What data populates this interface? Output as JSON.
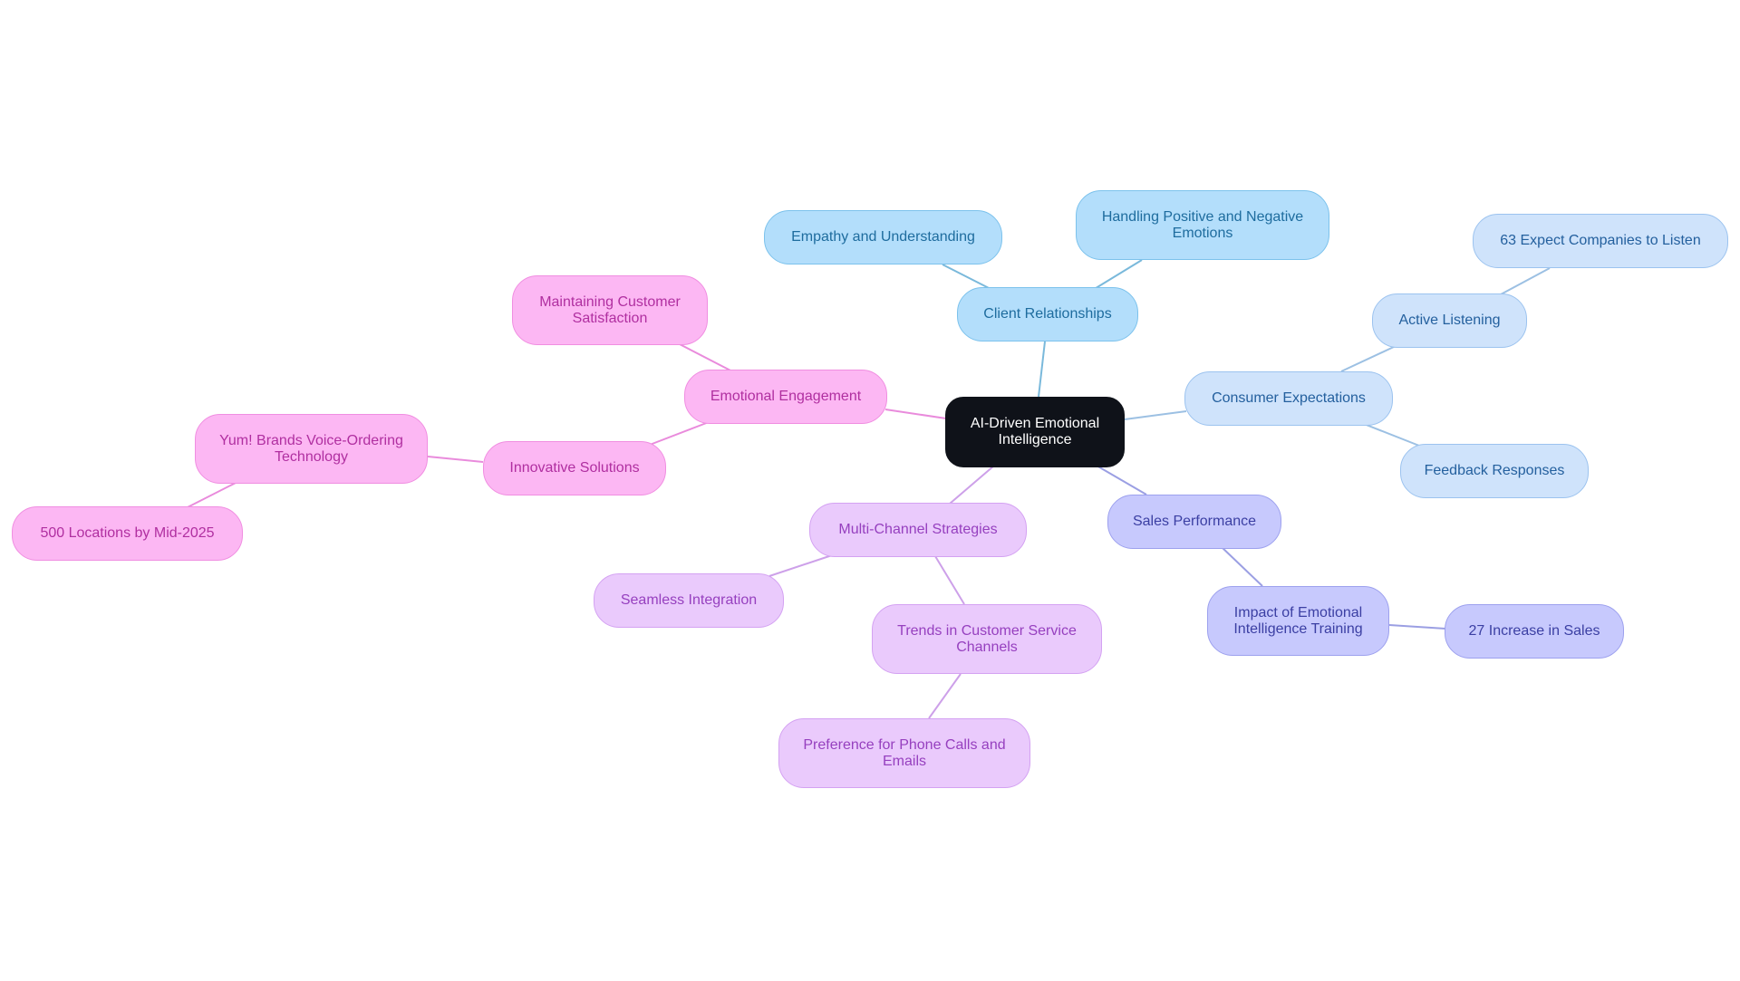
{
  "colors": {
    "root": {
      "fill": "#0f1219",
      "stroke": "#0f1219",
      "text": "#ffffff"
    },
    "client": {
      "fill": "#b3defb",
      "stroke": "#7cc2ec",
      "text": "#1e6c9e",
      "edge": "#7ab9db"
    },
    "consumer": {
      "fill": "#cfe3fb",
      "stroke": "#9cc3ef",
      "text": "#24609e",
      "edge": "#9cc0e3"
    },
    "sales": {
      "fill": "#c7c9fd",
      "stroke": "#9da1ee",
      "text": "#3b3fa3",
      "edge": "#9b9fe3"
    },
    "emotional": {
      "fill": "#fcb7f3",
      "stroke": "#f08ee1",
      "text": "#b02fa0",
      "edge": "#e98bdc"
    },
    "multi": {
      "fill": "#eacafc",
      "stroke": "#d4a2f2",
      "text": "#9640bf",
      "edge": "#cda0e9"
    }
  },
  "nodes": {
    "root": {
      "label": "AI-Driven Emotional Intelligence"
    },
    "client": {
      "label": "Client Relationships"
    },
    "empathy": {
      "label": "Empathy and Understanding"
    },
    "handling": {
      "label": "Handling Positive and Negative Emotions"
    },
    "consumer": {
      "label": "Consumer Expectations"
    },
    "active": {
      "label": "Active Listening"
    },
    "listen63": {
      "label": "63 Expect Companies to Listen"
    },
    "feedback": {
      "label": "Feedback Responses"
    },
    "sales": {
      "label": "Sales Performance"
    },
    "impact": {
      "label": "Impact of Emotional Intelligence Training"
    },
    "sales27": {
      "label": "27 Increase in Sales"
    },
    "emotional": {
      "label": "Emotional Engagement"
    },
    "maintain": {
      "label": "Maintaining Customer Satisfaction"
    },
    "innov": {
      "label": "Innovative Solutions"
    },
    "yum": {
      "label": "Yum! Brands Voice-Ordering Technology"
    },
    "five_hundred": {
      "label": "500 Locations by Mid-2025"
    },
    "multi": {
      "label": "Multi-Channel Strategies"
    },
    "seamless": {
      "label": "Seamless Integration"
    },
    "trends": {
      "label": "Trends in Customer Service Channels"
    },
    "phone": {
      "label": "Preference for Phone Calls and Emails"
    }
  }
}
